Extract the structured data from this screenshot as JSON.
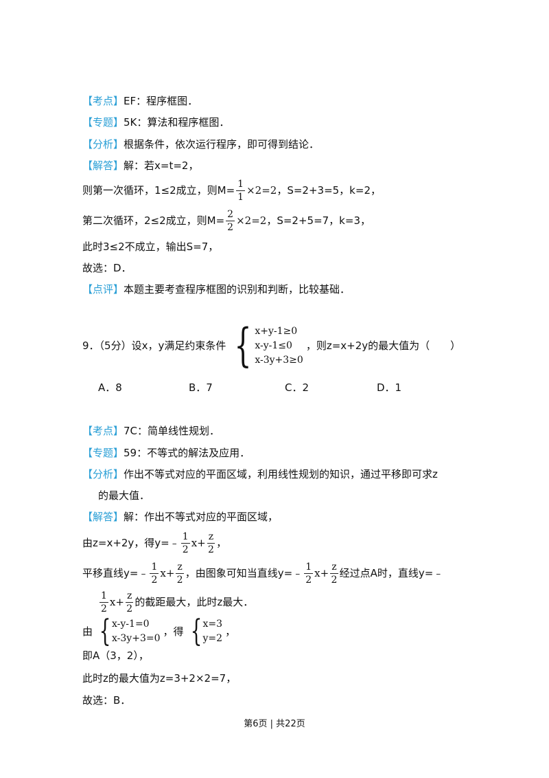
{
  "tags": {
    "kaodian": "【考点】",
    "zhuanti": "【专题】",
    "fenxi": "【分析】",
    "jieda": "【解答】",
    "dianping": "【点评】"
  },
  "q8": {
    "kaodian": "EF：程序框图．",
    "zhuanti": "5K：算法和程序框图．",
    "fenxi": "根据条件，依次运行程序，即可得到结论．",
    "jieda_text": "解：若x=t=2，",
    "loop1_a": "则第一次循环，1≤2成立，则M=",
    "loop1_num": "1",
    "loop1_den": "1",
    "loop1_mid": "×2=2",
    "loop1_b": "，S=2+3=5，k=2，",
    "loop2_a": "第二次循环，2≤2成立，则M=",
    "loop2_num": "2",
    "loop2_den": "2",
    "loop2_mid": "×2=2",
    "loop2_b": "，S=2+5=7，k=3，",
    "line_end": "此时3≤2不成立，输出S=7，",
    "answer": "故选：D．",
    "dianping": "本题主要考查程序框图的识别和判断，比较基础．"
  },
  "q9": {
    "prefix": "9．（5分）设x，y满足约束条件",
    "constraints": [
      "x+y-1≥0",
      "x-y-1≤0",
      "x-3y+3≥0"
    ],
    "suffix": "，则z=x+2y的最大值为（　　）",
    "options": [
      "A．8",
      "B．7",
      "C．2",
      "D．1"
    ],
    "kaodian": "7C：简单线性规划．",
    "zhuanti": "59：不等式的解法及应用．",
    "fenxi_1": "作出不等式对应的平面区域，利用线性规划的知识，通过平移即可求z",
    "fenxi_2": "的最大值．",
    "jieda_1": "解：作出不等式对应的平面区域，",
    "l2_a": "由z=x+2y，得y=﹣",
    "frac_1": "1",
    "frac_2": "2",
    "frac_z": "z",
    "x_plus": "x+",
    "comma": "，",
    "l3_a": "平移直线y=﹣",
    "l3_b": "，由图象可知当直线y=﹣",
    "l3_c": "经过点A时，直线y=﹣",
    "l4_b": "的截距最大，此时z最大．",
    "l5_pre": "由",
    "sys1": [
      "x-y-1=0",
      "x-3y+3=0"
    ],
    "l5_mid": "，得",
    "sys2": [
      "x=3",
      "y=2"
    ],
    "l6": "即A（3，2），",
    "l7": "此时z的最大值为z=3+2×2=7，",
    "answer": "故选：B．"
  },
  "footer": "第6页 | 共22页"
}
